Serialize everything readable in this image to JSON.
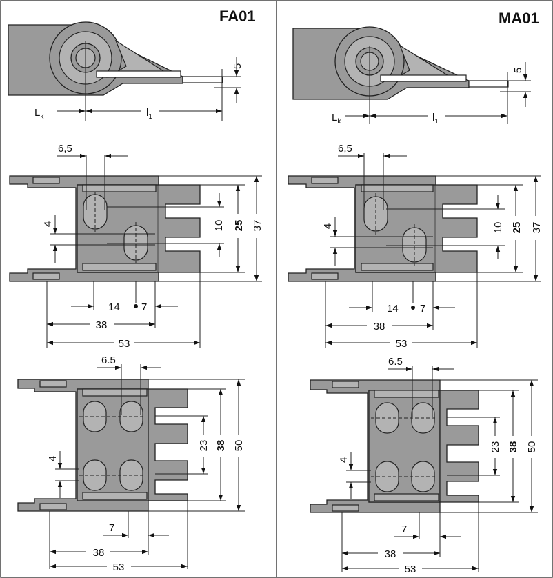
{
  "panels": [
    {
      "title": "FA01",
      "side": {
        "lk_main": "L",
        "lk_sub": "k",
        "l1_main": "l",
        "l1_sub": "1",
        "height5": "5"
      },
      "mid": {
        "slot65": "6,5",
        "pitch4": "4",
        "dim10": "10",
        "dim25": "25",
        "dim37": "37",
        "dim14": "14",
        "dim7": "7",
        "dim38": "38",
        "dim53": "53"
      },
      "low": {
        "slot65": "6.5",
        "pitch4": "4",
        "dim23": "23",
        "dim38v": "38",
        "dim50": "50",
        "dim7": "7",
        "dim38": "38",
        "dim53": "53"
      }
    },
    {
      "title": "MA01",
      "side": {
        "lk_main": "L",
        "lk_sub": "k",
        "l1_main": "l",
        "l1_sub": "1",
        "height5": "5"
      },
      "mid": {
        "slot65": "6,5",
        "pitch4": "4",
        "dim10": "10",
        "dim25": "25",
        "dim37": "37",
        "dim14": "14",
        "dim7": "7",
        "dim38": "38",
        "dim53": "53"
      },
      "low": {
        "slot65": "6.5",
        "pitch4": "4",
        "dim23": "23",
        "dim38v": "38",
        "dim50": "50",
        "dim7": "7",
        "dim38": "38",
        "dim53": "53"
      }
    }
  ],
  "colors": {
    "part_fill": "#9a9a9a",
    "border": "#222222"
  }
}
